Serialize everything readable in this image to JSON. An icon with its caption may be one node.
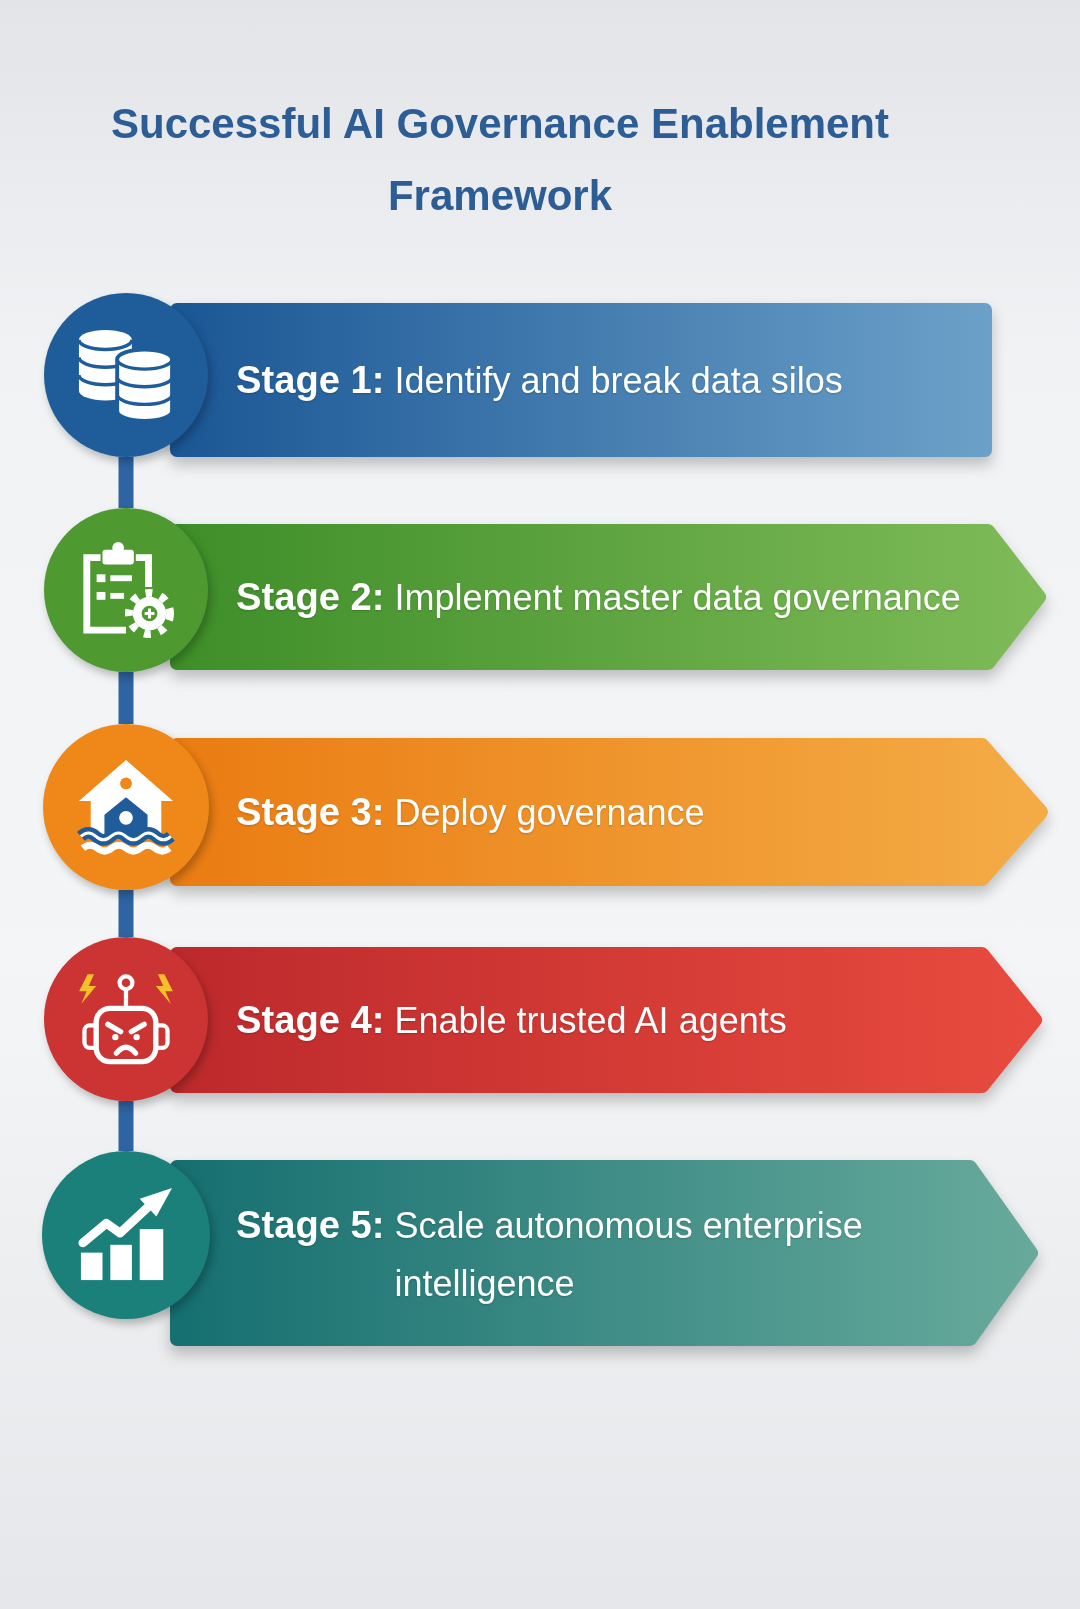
{
  "diagram": {
    "title": "Successful AI Governance Enablement Framework",
    "nodes": [
      {
        "text": [],
        "shape": "circle"
      },
      {
        "text": [
          "**Stage 1:** Identify and break data silos"
        ]
      },
      {
        "text": [],
        "shape": "circle"
      },
      {
        "text": [
          "**Stage 2:** Implement master data governance"
        ]
      },
      {
        "text": [],
        "shape": "circle"
      },
      {
        "text": [
          "**Stage 3:** Deploy governance"
        ]
      },
      {
        "text": [],
        "shape": "circle"
      },
      {
        "text": [
          "**Stage 4:** Enable trusted AI agents"
        ]
      },
      {
        "text": [],
        "shape": "circle"
      },
      {
        "text": [
          "**Stage 5:** Scale autonomous enterprise intelligence"
        ]
      }
    ],
    "edges": [
      {
        "from": 0,
        "to": 2,
        "arrow": "none"
      },
      {
        "from": 2,
        "to": 4,
        "arrow": "none"
      },
      {
        "from": 4,
        "to": 6,
        "arrow": "none"
      },
      {
        "from": 6,
        "to": 8,
        "arrow": "none"
      }
    ]
  }
}
